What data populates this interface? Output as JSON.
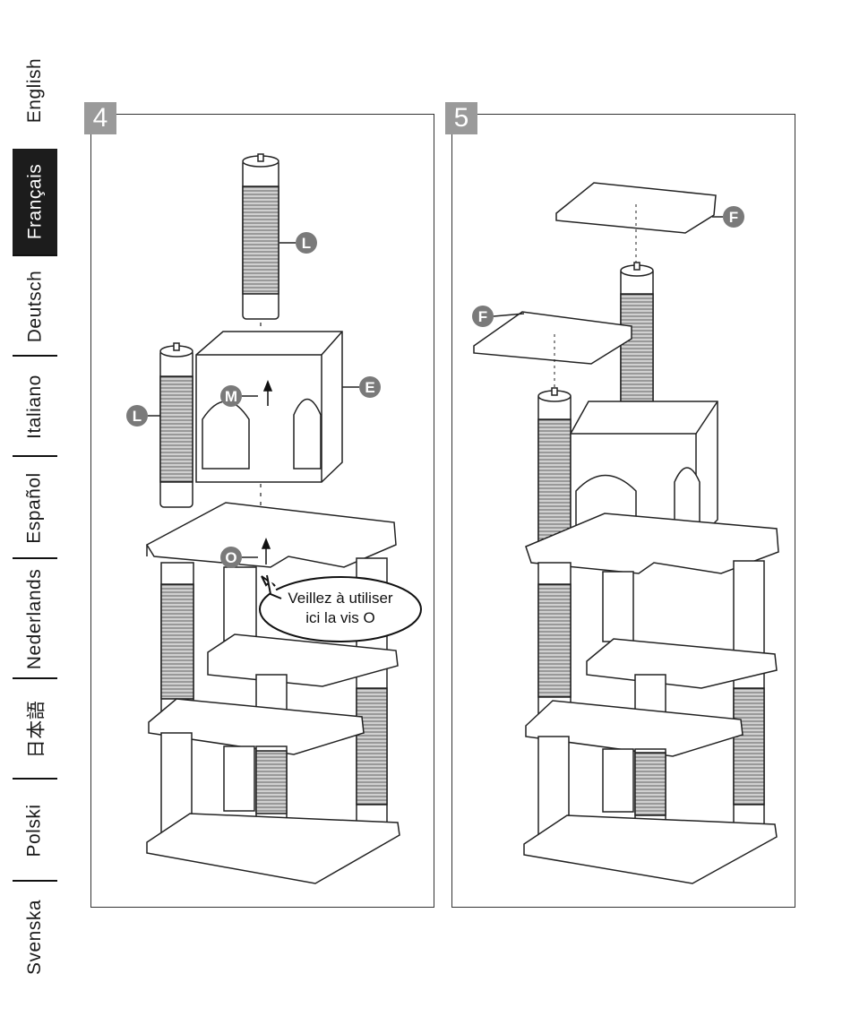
{
  "languages": [
    {
      "label": "English",
      "active": false
    },
    {
      "label": "Français",
      "active": true
    },
    {
      "label": "Deutsch",
      "active": false
    },
    {
      "label": "Italiano",
      "active": false
    },
    {
      "label": "Español",
      "active": false
    },
    {
      "label": "Nederlands",
      "active": false
    },
    {
      "label": "日本語",
      "active": false
    },
    {
      "label": "Polski",
      "active": false
    },
    {
      "label": "Svenska",
      "active": false
    }
  ],
  "steps": [
    {
      "number": "4",
      "parts": {
        "post_top": "L",
        "post_left": "L",
        "house": "E",
        "screw_m": "M",
        "screw_o": "O"
      },
      "note_lines": [
        "Veillez à utiliser",
        "ici la vis O"
      ]
    },
    {
      "number": "5",
      "parts": {
        "platform_top": "F",
        "platform_left": "F"
      }
    }
  ],
  "colors": {
    "label_bg": "#7a7a7a",
    "step_badge": "#9a9a9a",
    "active_tab": "#1c1c1c"
  }
}
